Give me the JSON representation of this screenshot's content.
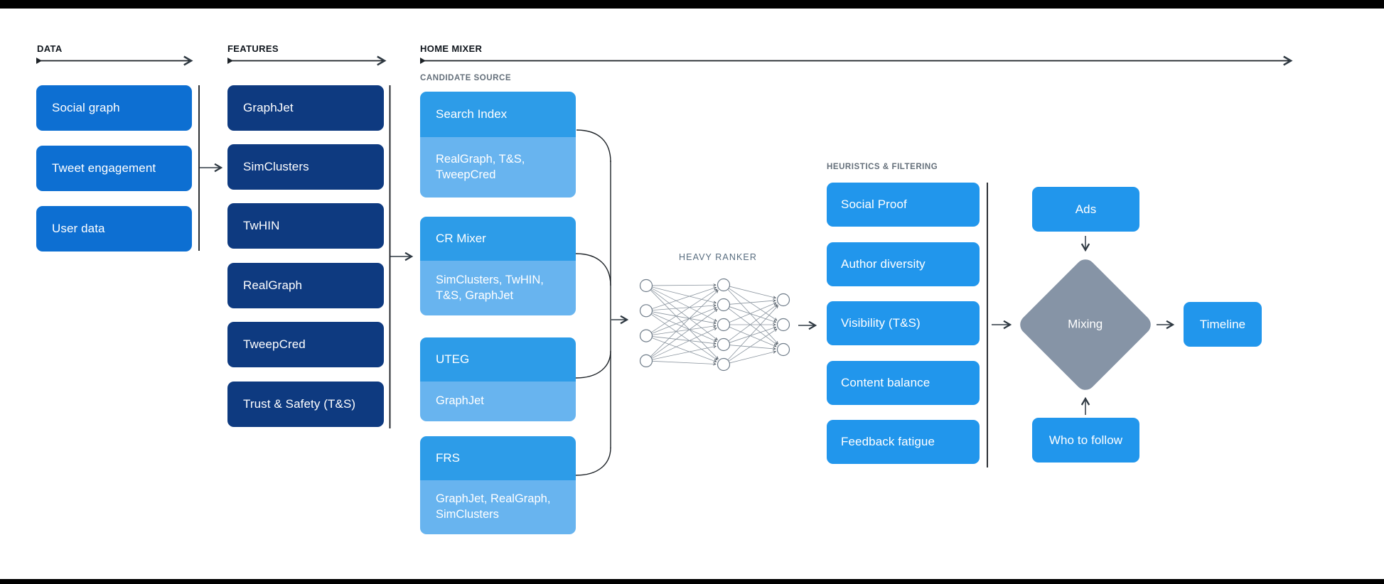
{
  "colors": {
    "data_box": "#0d6fd2",
    "feature_box": "#0e3a80",
    "candidate_top": "#2d9ce8",
    "candidate_bottom": "#68b4ef",
    "bright_box": "#2196ec",
    "diamond": "#8694a6",
    "header_text": "#10161d",
    "sub_label": "#646f7a",
    "heavy_ranker_label": "#566b7e",
    "connector": "#1d2227",
    "arrow": "#2f3942",
    "nn_stroke": "#707d8a",
    "nn_line": "#8b959f",
    "bar": "#000000"
  },
  "sections": {
    "data": {
      "label": "DATA",
      "items": [
        "Social graph",
        "Tweet engagement",
        "User data"
      ]
    },
    "features": {
      "label": "FEATURES",
      "items": [
        "GraphJet",
        "SimClusters",
        "TwHIN",
        "RealGraph",
        "TweepCred",
        "Trust & Safety (T&S)"
      ]
    },
    "home_mixer": {
      "label": "HOME MIXER",
      "candidate_source": {
        "label": "CANDIDATE SOURCE",
        "items": [
          {
            "name": "Search Index",
            "sources": "RealGraph, T&S, TweepCred"
          },
          {
            "name": "CR Mixer",
            "sources": "SimClusters, TwHIN, T&S, GraphJet"
          },
          {
            "name": "UTEG",
            "sources": "GraphJet"
          },
          {
            "name": "FRS",
            "sources": "GraphJet, RealGraph, SimClusters"
          }
        ]
      },
      "heavy_ranker": {
        "label": "HEAVY RANKER",
        "network_layers": [
          4,
          5,
          3
        ]
      },
      "heuristics": {
        "label": "HEURISTICS & FILTERING",
        "items": [
          "Social Proof",
          "Author diversity",
          "Visibility (T&S)",
          "Content balance",
          "Feedback fatigue"
        ]
      },
      "mixing": {
        "label": "Mixing",
        "ads_label": "Ads",
        "who_to_follow_label": "Who to follow"
      },
      "timeline_label": "Timeline"
    }
  }
}
